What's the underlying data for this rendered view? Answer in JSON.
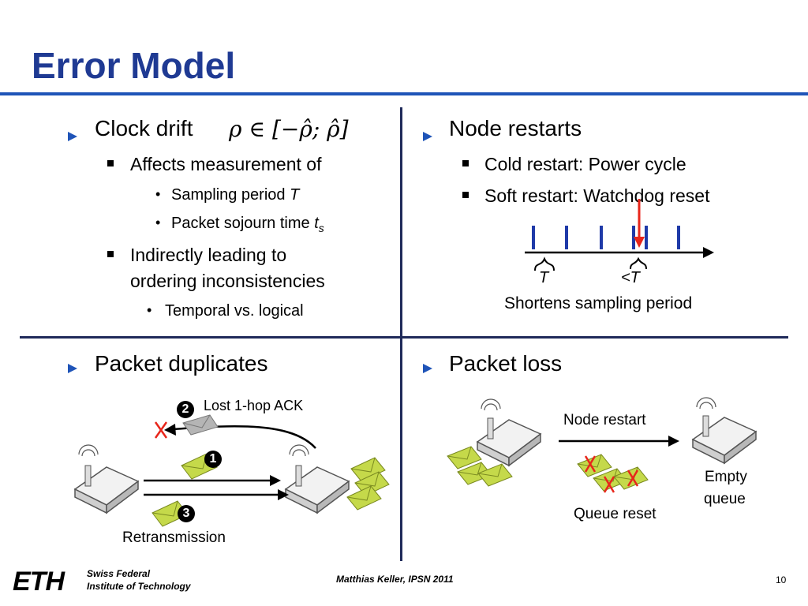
{
  "slide": {
    "title": "Error Model",
    "page_number": "10",
    "footer_center": "Matthias Keller, IPSN 2011",
    "institution_line1": "Swiss Federal",
    "institution_line2": "Institute of Technology",
    "logo_text": "ETH"
  },
  "q1": {
    "heading": "Clock drift",
    "formula": "ρ ∈ [−ρ̂; ρ̂]",
    "sub1": "Affects measurement of",
    "sub1_items": [
      "Sampling period",
      "Packet sojourn time"
    ],
    "sub1_vars": [
      "T",
      "t",
      "s"
    ],
    "sub2_line1": "Indirectly leading to",
    "sub2_line2": "ordering inconsistencies",
    "sub2_items": [
      "Temporal vs. logical"
    ]
  },
  "q2": {
    "heading": "Node restarts",
    "items": [
      "Cold restart: Power cycle",
      "Soft restart: Watchdog reset"
    ],
    "label_T": "T",
    "label_lt_T": "<T",
    "caption": "Shortens sampling period"
  },
  "q3": {
    "heading": "Packet duplicates",
    "badges": [
      "1",
      "2",
      "3"
    ],
    "lost_ack": "Lost 1-hop ACK",
    "retransmission": "Retransmission"
  },
  "q4": {
    "heading": "Packet loss",
    "node_restart": "Node restart",
    "queue_reset": "Queue reset",
    "empty_line1": "Empty",
    "empty_line2": "queue"
  },
  "colors": {
    "title": "#1f3a93",
    "rule": "#1f54b8",
    "divider": "#1f2a5a",
    "cross": "#e8261b",
    "envelope": "#c5d94a"
  }
}
